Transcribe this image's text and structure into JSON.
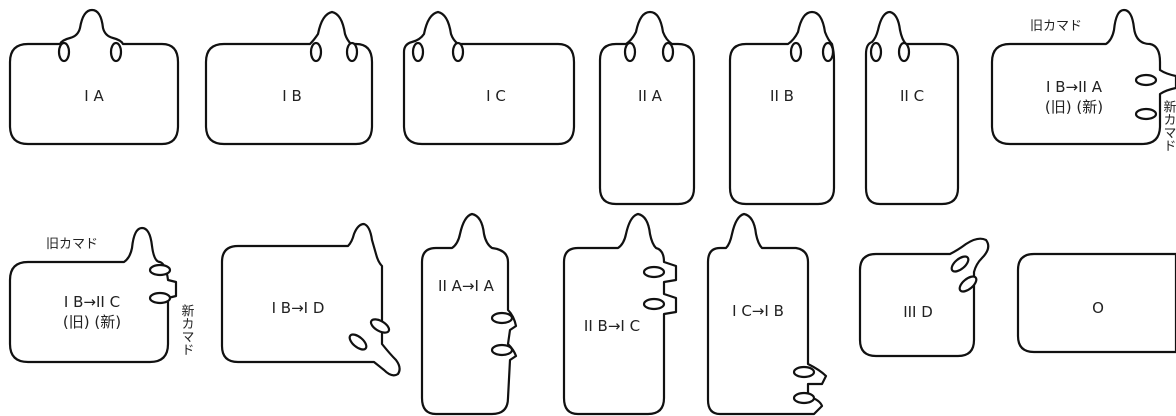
{
  "panels": [
    {
      "id": "ia",
      "label": "I A"
    },
    {
      "id": "ib",
      "label": "I B"
    },
    {
      "id": "ic",
      "label": "I C"
    },
    {
      "id": "iia",
      "label": "II A"
    },
    {
      "id": "iib",
      "label": "II B"
    },
    {
      "id": "iic",
      "label": "II C"
    },
    {
      "id": "ib-iia",
      "label_line1": "I B→II A",
      "label_line2": "(旧) (新)",
      "old_note": "旧カマド",
      "new_note": "新カマド"
    },
    {
      "id": "ib-iic",
      "label_line1": "I B→II C",
      "label_line2": "(旧) (新)",
      "old_note": "旧カマド",
      "new_note": "新カマド"
    },
    {
      "id": "ib-id",
      "label": "I B→I D"
    },
    {
      "id": "iia-ia",
      "label": "II A→I A"
    },
    {
      "id": "iib-ic",
      "label": "II B→I C"
    },
    {
      "id": "ic-ib",
      "label": "I C→I B"
    },
    {
      "id": "iiid",
      "label": "III D"
    },
    {
      "id": "o",
      "label": "O"
    }
  ]
}
